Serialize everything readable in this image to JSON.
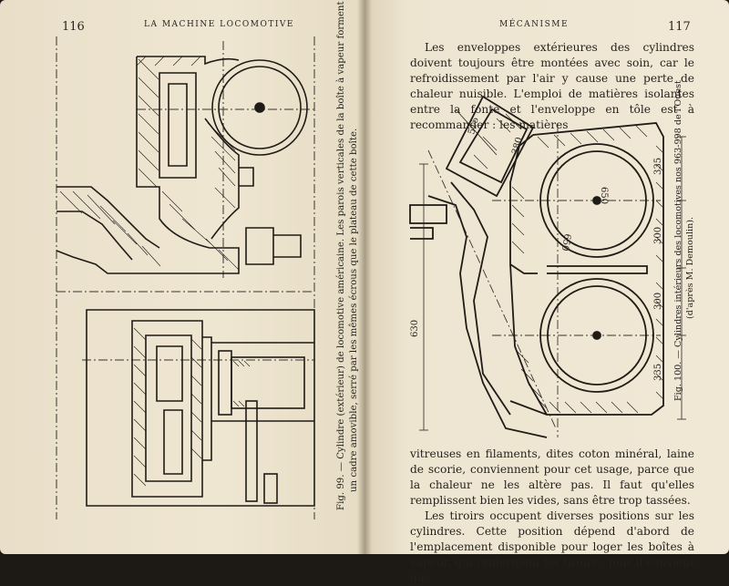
{
  "left_page": {
    "page_number": "116",
    "running_head": "LA MACHINE LOCOMOTIVE",
    "caption_lines": [
      "Fig. 99. — Cylindre (extérieur) de locomotive américaine. Les parois verticales de la boîte à vapeur forment",
      "un cadre amovible, serré par les mêmes écrous que le plateau de cette boîte."
    ]
  },
  "right_page": {
    "page_number": "117",
    "running_head": "MÉCANISME",
    "paragraph_top": "Les enveloppes extérieures des cylindres doivent toujours être montées avec soin, car le refroidissement par l'air y cause une perte de chaleur nuisible. L'emploi de matières isolantes entre la fonte et l'enveloppe en tôle est à recommander : les matières",
    "paragraph_bottom": "vitreuses en filaments, dites coton minéral, laine de scorie, conviennent pour cet usage, parce que la chaleur ne les altère pas. Il faut qu'elles remplissent bien les vides, sans être trop tassées.",
    "paragraph_last": "Les tiroirs occupent diverses positions sur les cylindres. Cette position dépend d'abord de l'emplacement disponible pour loger les boîtes à vapeur, qui renferment les tiroirs ; puis il convient que",
    "caption_lines": [
      "Fig. 100. — Cylindres intérieurs des locomotives nos 963-998 de l'Ouest",
      "(d'après M. Demoulin)."
    ],
    "dimensions": [
      "515",
      "380",
      "650",
      "650",
      "335",
      "300",
      "300",
      "335",
      "630"
    ]
  }
}
